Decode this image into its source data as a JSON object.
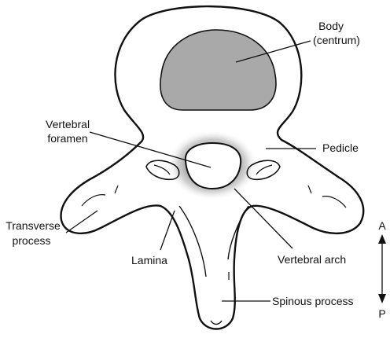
{
  "labels": {
    "body": [
      "Body",
      "(centrum)"
    ],
    "vertebral_foramen": [
      "Vertebral",
      "foramen"
    ],
    "pedicle": "Pedicle",
    "transverse_process": [
      "Transverse",
      "process"
    ],
    "lamina": "Lamina",
    "vertebral_arch": "Vertebral arch",
    "spinous_process": "Spinous process"
  },
  "orientation": {
    "anterior": "A",
    "posterior": "P"
  },
  "colors": {
    "outline": "#111111",
    "centrum_fill": "#a9a9a9",
    "foramen_glow": "#8c8c8c",
    "background": "#ffffff"
  }
}
